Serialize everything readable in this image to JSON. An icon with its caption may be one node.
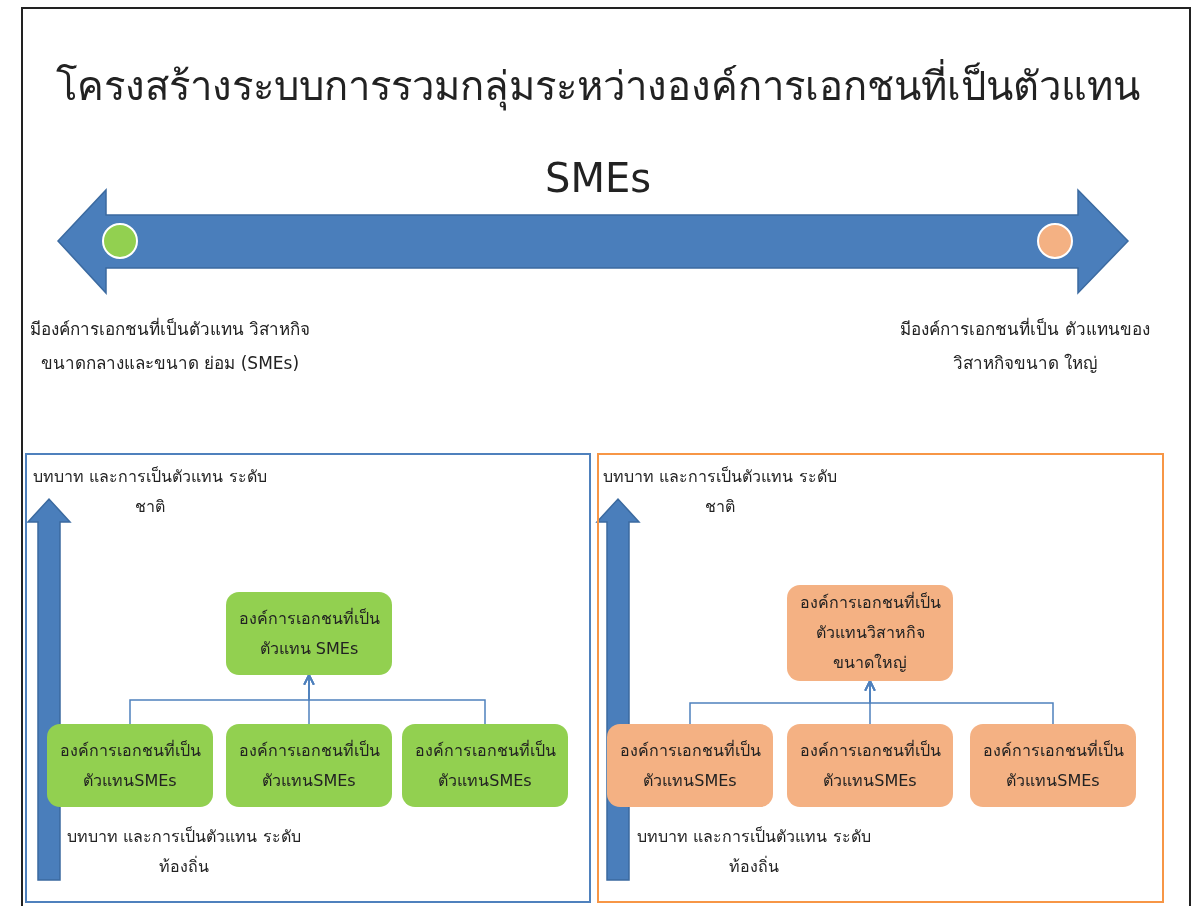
{
  "diagram": {
    "title": "โครงสร้างระบบการรวมกลุ่มระหว่างองค์การเอกชนที่เป็นตัวแทน SMEs",
    "nodes": [
      {
        "text": [],
        "shape": "circle",
        "beside": [
          "มีองค์การเอกชนที่เป็นตัวแทน วิสาหกิจขนาดกลางและขนาด ย่อม (SMEs)"
        ]
      },
      {
        "text": [],
        "shape": "circle",
        "beside": [
          "มีองค์การเอกชนที่เป็น ตัวแทนของวิสาหกิจขนาด ใหญ่"
        ]
      },
      {
        "text": [],
        "shape": "box"
      },
      {
        "text": [
          "องค์การเอกชนที่เป็น ตัวแทน SMEs"
        ],
        "in": 2
      },
      {
        "text": [
          "องค์การเอกชนที่เป็น ตัวแทนSMEs"
        ],
        "in": 2
      },
      {
        "text": [
          "องค์การเอกชนที่เป็น ตัวแทนSMEs"
        ],
        "in": 2
      },
      {
        "text": [
          "องค์การเอกชนที่เป็น ตัวแทนSMEs"
        ],
        "in": 2
      },
      {
        "text": [],
        "shape": "box"
      },
      {
        "text": [
          "องค์การเอกชนที่เป็น ตัวแทนวิสาหกิจ ขนาดใหญ่"
        ],
        "in": 7
      },
      {
        "text": [
          "องค์การเอกชนที่เป็น ตัวแทนSMEs"
        ],
        "in": 7
      },
      {
        "text": [
          "องค์การเอกชนที่เป็น ตัวแทนSMEs"
        ],
        "in": 7
      },
      {
        "text": [
          "องค์การเอกชนที่เป็น ตัวแทนSMEs"
        ],
        "in": 7
      }
    ],
    "edges": [
      {
        "from": 4,
        "to": 3,
        "arrow": "to"
      },
      {
        "from": 5,
        "to": 3,
        "arrow": "to"
      },
      {
        "from": 6,
        "to": 3,
        "arrow": "to"
      },
      {
        "from": 9,
        "to": 8,
        "arrow": "to"
      },
      {
        "from": 10,
        "to": 8,
        "arrow": "to"
      },
      {
        "from": 11,
        "to": 8,
        "arrow": "to"
      }
    ],
    "labels": [
      "บทบาท และการเป็นตัวแทน ระดับชาติ",
      "บทบาท และการเป็นตัวแทน ระดับชาติ",
      "บทบาท และการเป็นตัวแทน ระดับท้องถิ่น",
      "บทบาท และการเป็นตัวแทน ระดับท้องถิ่น"
    ]
  }
}
